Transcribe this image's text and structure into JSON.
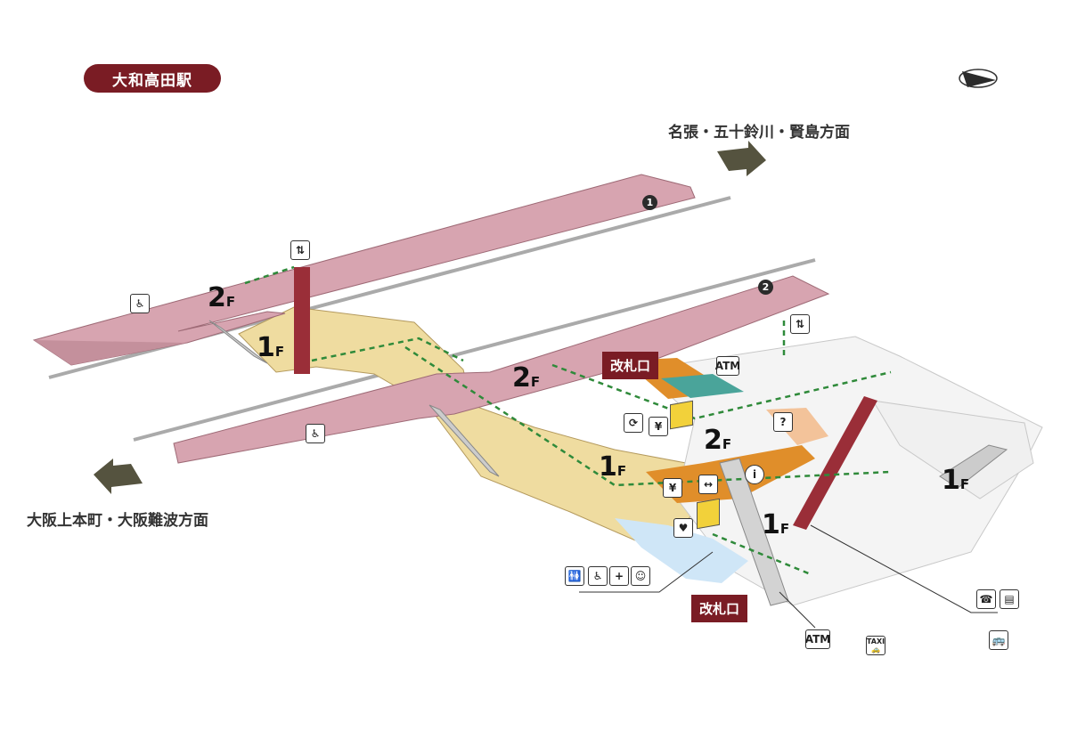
{
  "station": {
    "name": "大和高田駅"
  },
  "directions": {
    "east": "名張・五十鈴川・賢島方面",
    "west": "大阪上本町・大阪難波方面"
  },
  "platforms": {
    "p1": "1",
    "p2": "2"
  },
  "floors": {
    "f2": "2",
    "f1": "1",
    "suffix": "F"
  },
  "gates": {
    "upper": "改札口",
    "lower": "改札口"
  },
  "icons": {
    "atm": "ATM",
    "yen": "¥",
    "taxi": "TAXI"
  },
  "colors": {
    "platform": "#d7a4b0",
    "concourse_1f": "#efdca0",
    "concourse_3": "#f5f5f5",
    "orange_area": "#e08e2a",
    "teal_area": "#4aa49a",
    "toilet_area": "#cfe6f7",
    "elevator": "#9a2e38",
    "badge": "#7a1c24",
    "route_arrow": "#2f8a3a"
  }
}
